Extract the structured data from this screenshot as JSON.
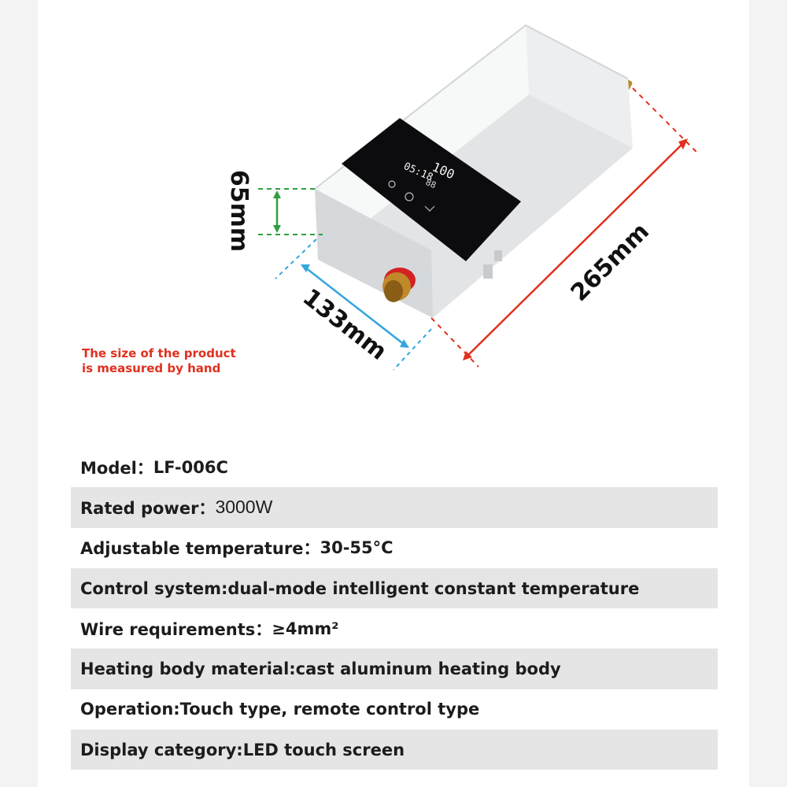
{
  "dimensions": {
    "height_label": "65mm",
    "width_label": "133mm",
    "length_label": "265mm"
  },
  "note": {
    "line1": "The size of the product",
    "line2": "is measured by hand"
  },
  "specs": [
    {
      "label": "Model：",
      "value": "LF-006C"
    },
    {
      "label": "Rated power：",
      "value": "3000W"
    },
    {
      "label": "Adjustable temperature：",
      "value": "30-55°C"
    },
    {
      "label": "Control system: ",
      "value": "dual-mode intelligent constant temperature"
    },
    {
      "label": "Wire requirements：",
      "value": "≥4mm²"
    },
    {
      "label": "Heating body material: ",
      "value": "cast aluminum heating body"
    },
    {
      "label": "Operation: ",
      "value": "Touch type, remote control type"
    },
    {
      "label": "Display category: ",
      "value": "LED touch screen"
    }
  ],
  "colors": {
    "height_dim": "#2e9e3e",
    "width_dim": "#33a6dd",
    "length_dim": "#e0301e",
    "note_text": "#e0301e",
    "row_shade": "#e5e5e5"
  }
}
